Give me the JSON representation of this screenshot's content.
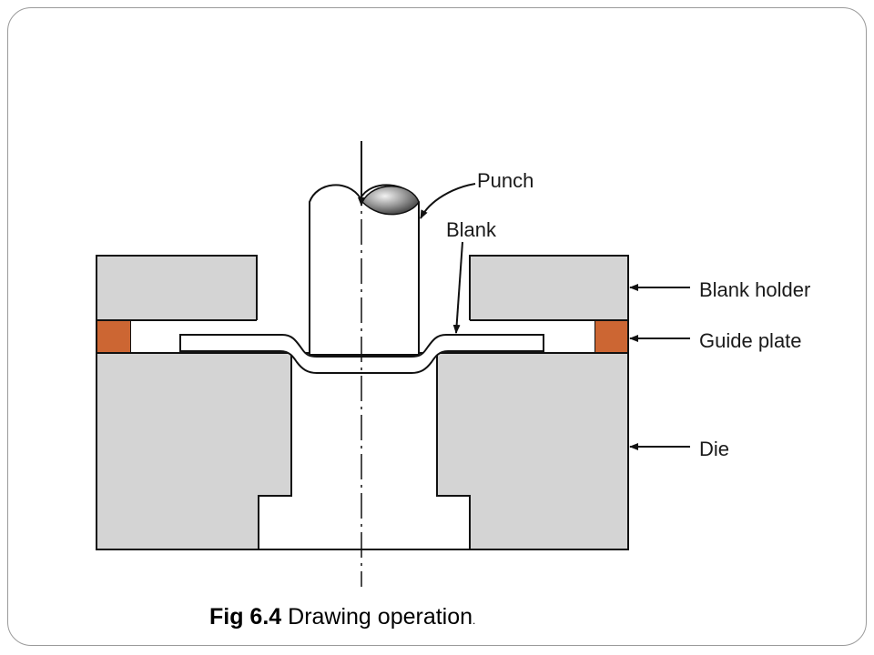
{
  "diagram": {
    "labels": {
      "punch": "Punch",
      "blank": "Blank",
      "blank_holder": "Blank holder",
      "guide_plate": "Guide plate",
      "die": "Die"
    },
    "colors": {
      "solid_fill": "#d4d4d4",
      "guide_plate": "#cc6633",
      "outline": "#111111"
    }
  },
  "caption": {
    "figure_number": "Fig 6.4",
    "text": "Drawing operation",
    "trailing_dot": "."
  }
}
